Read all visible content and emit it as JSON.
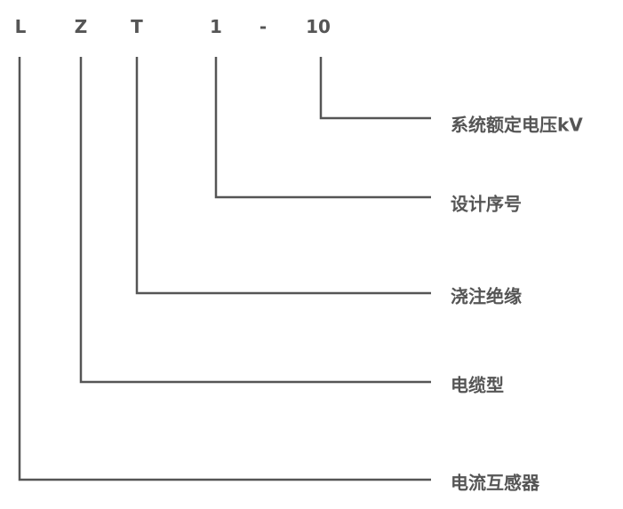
{
  "codes": [
    "L",
    "Z",
    "T",
    "1",
    "-",
    "10"
  ],
  "labels": [
    "系统额定电压kV",
    "设计序号",
    "浇注绝缘",
    "电缆型",
    "电流互感器"
  ],
  "line_color": "#555555"
}
